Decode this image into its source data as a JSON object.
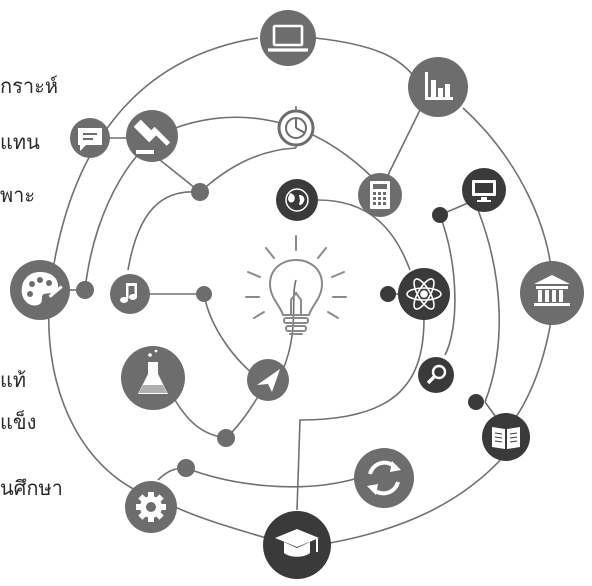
{
  "text_fragments": [
    {
      "id": "frag-1",
      "text": "กราะห์"
    },
    {
      "id": "frag-2",
      "text": "แทน"
    },
    {
      "id": "frag-3",
      "text": "พาะ"
    },
    {
      "id": "frag-4",
      "text": "แท้"
    },
    {
      "id": "frag-5",
      "text": "แข็ง"
    },
    {
      "id": "frag-6",
      "text": "นศึกษา"
    }
  ],
  "colors": {
    "node_gray": "#6d6d6d",
    "node_dark": "#3a3a3a",
    "line": "#707070",
    "bulb": "#8a8a8a",
    "icon_white": "#ffffff"
  },
  "nodes": [
    {
      "id": "laptop",
      "icon": "laptop-icon"
    },
    {
      "id": "bar-chart",
      "icon": "bar-chart-icon"
    },
    {
      "id": "pie-chart",
      "icon": "pie-chart-icon"
    },
    {
      "id": "chat",
      "icon": "chat-icon"
    },
    {
      "id": "gavel",
      "icon": "gavel-icon"
    },
    {
      "id": "calculator",
      "icon": "calculator-icon"
    },
    {
      "id": "globe",
      "icon": "globe-icon"
    },
    {
      "id": "monitor",
      "icon": "monitor-icon"
    },
    {
      "id": "palette",
      "icon": "palette-icon"
    },
    {
      "id": "music",
      "icon": "music-note-icon"
    },
    {
      "id": "atom",
      "icon": "atom-icon"
    },
    {
      "id": "bank",
      "icon": "bank-icon"
    },
    {
      "id": "flask",
      "icon": "flask-icon"
    },
    {
      "id": "paper-plane",
      "icon": "paper-plane-icon"
    },
    {
      "id": "magnifier",
      "icon": "magnifier-icon"
    },
    {
      "id": "book",
      "icon": "book-icon"
    },
    {
      "id": "sync",
      "icon": "sync-icon"
    },
    {
      "id": "gear",
      "icon": "gear-icon"
    },
    {
      "id": "graduation-cap",
      "icon": "graduation-cap-icon"
    },
    {
      "id": "lightbulb",
      "icon": "lightbulb-icon"
    }
  ]
}
